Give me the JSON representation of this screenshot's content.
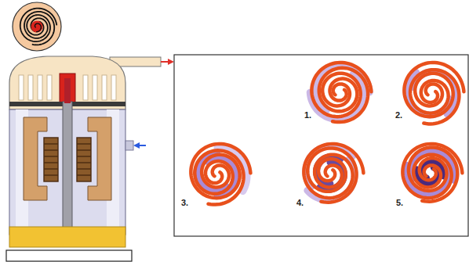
{
  "diagram": {
    "labels": [
      "1.",
      "2.",
      "3.",
      "4.",
      "5."
    ]
  }
}
